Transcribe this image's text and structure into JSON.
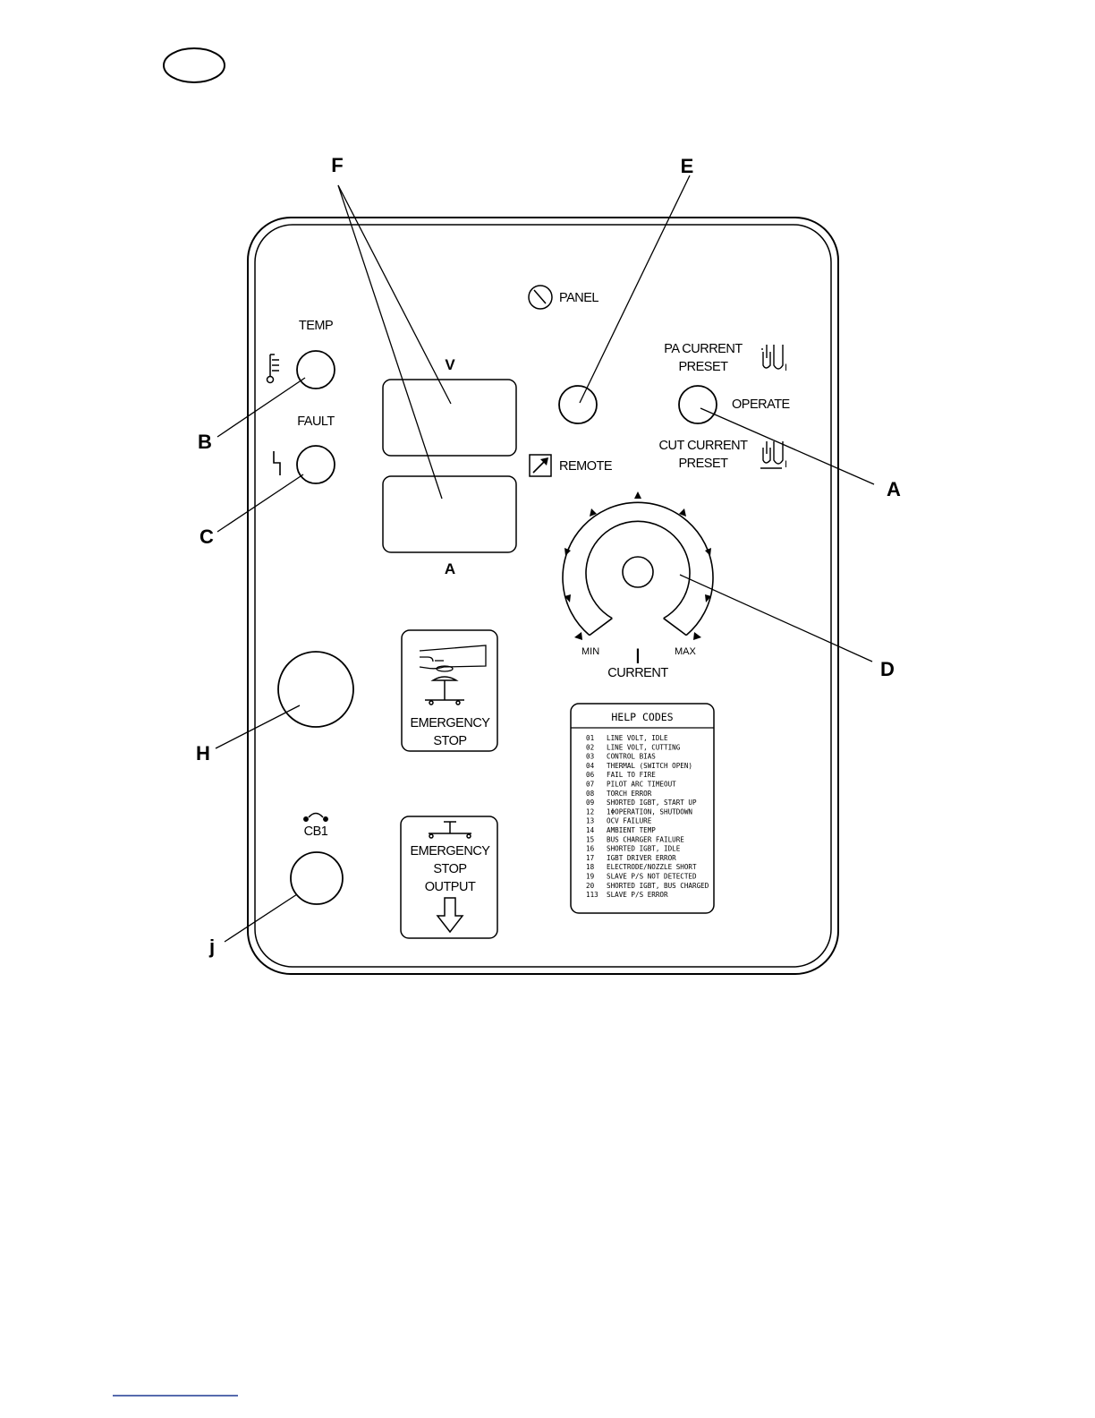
{
  "callouts": {
    "a": "A",
    "b": "B",
    "c": "C",
    "d": "D",
    "e": "E",
    "f": "F",
    "h": "H",
    "j": "j"
  },
  "panel": {
    "temp_label": "TEMP",
    "fault_label": "FAULT",
    "volt_display_label": "V",
    "amp_display_label": "A",
    "panel_label": "PANEL",
    "remote_label": "REMOTE",
    "pa_current_preset_line1": "PA CURRENT",
    "pa_current_preset_line2": "PRESET",
    "operate_label": "OPERATE",
    "cut_current_preset_line1": "CUT CURRENT",
    "cut_current_preset_line2": "PRESET",
    "current_symbol": "I",
    "icon_subscript_1": "I",
    "icon_subscript_2": "I",
    "min_label": "MIN",
    "max_label": "MAX",
    "current_label": "CURRENT",
    "estop_line1": "EMERGENCY",
    "estop_line2": "STOP",
    "estop_output_line1": "EMERGENCY",
    "estop_output_line2": "STOP",
    "estop_output_line3": "OUTPUT",
    "cb1_label": "CB1"
  },
  "help_codes": {
    "title": "HELP CODES",
    "rows": [
      {
        "code": "01",
        "text": "LINE VOLT, IDLE"
      },
      {
        "code": "02",
        "text": "LINE VOLT, CUTTING"
      },
      {
        "code": "03",
        "text": "CONTROL BIAS"
      },
      {
        "code": "04",
        "text": "THERMAL (SWITCH OPEN)"
      },
      {
        "code": "06",
        "text": "FAIL TO FIRE"
      },
      {
        "code": "07",
        "text": "PILOT ARC TIMEOUT"
      },
      {
        "code": "08",
        "text": "TORCH ERROR"
      },
      {
        "code": "09",
        "text": "SHORTED IGBT, START UP"
      },
      {
        "code": "12",
        "text": "1ΦOPERATION, SHUTDOWN"
      },
      {
        "code": "13",
        "text": "OCV FAILURE"
      },
      {
        "code": "14",
        "text": "AMBIENT TEMP"
      },
      {
        "code": "15",
        "text": "BUS CHARGER FAILURE"
      },
      {
        "code": "16",
        "text": "SHORTED IGBT, IDLE"
      },
      {
        "code": "17",
        "text": "IGBT DRIVER ERROR"
      },
      {
        "code": "18",
        "text": "ELECTRODE/NOZZLE SHORT"
      },
      {
        "code": "19",
        "text": "SLAVE P/S NOT DETECTED"
      },
      {
        "code": "20",
        "text": "SHORTED IGBT, BUS CHARGED"
      },
      {
        "code": "113",
        "text": "SLAVE P/S ERROR"
      }
    ]
  }
}
